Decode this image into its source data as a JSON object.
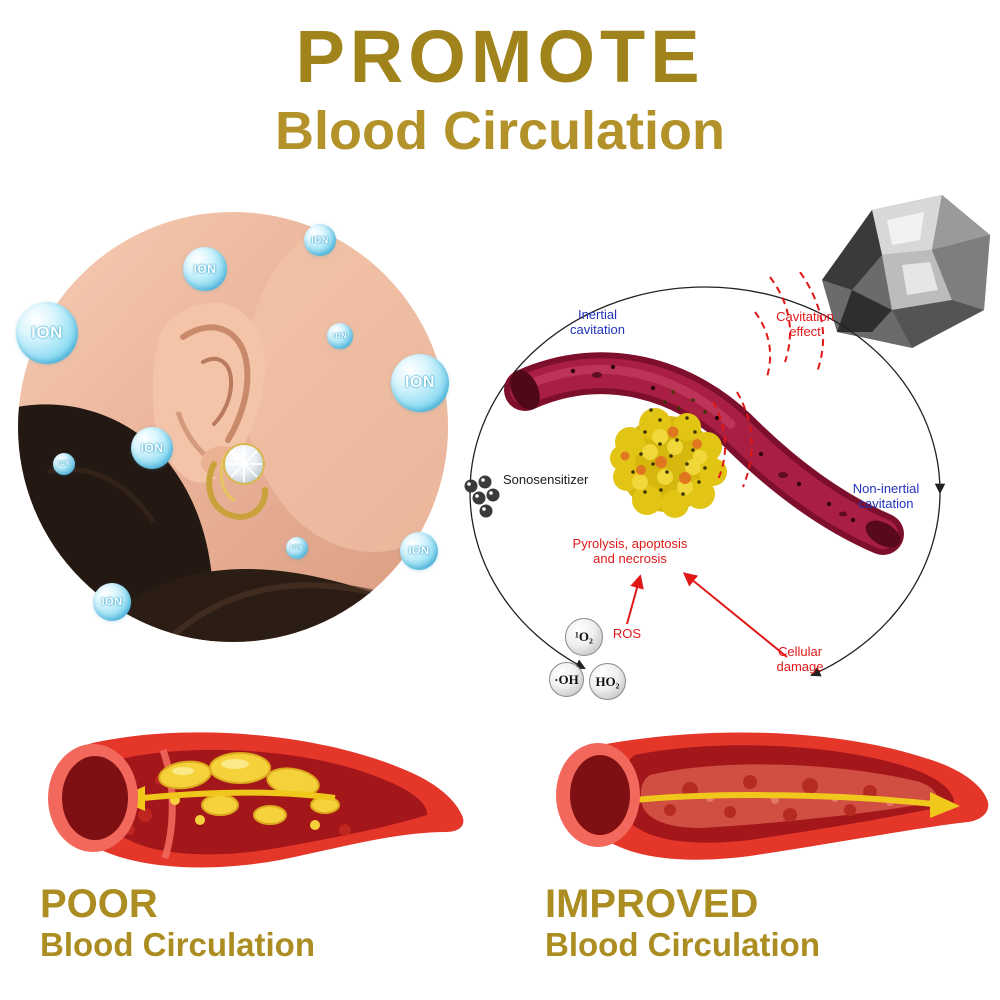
{
  "header": {
    "title": "PROMOTE",
    "subtitle": "Blood Circulation"
  },
  "ion": {
    "label": "ION"
  },
  "diagram": {
    "inertial_cavitation": "Inertial\ncavitation",
    "cavitation_effect": "Cavitation\neffect",
    "sonosensitizer": "Sonosensitizer",
    "non_inertial_cavitation": "Non-inertial\ncavitation",
    "pyrolysis": "Pyrolysis, apoptosis\nand necrosis",
    "ros": "ROS",
    "molecules": {
      "singlet_oxygen": "¹O₂",
      "hydroxyl": "·OH",
      "hydroperoxyl": "HO₂"
    },
    "cellular_damage": "Cellular\ndamage"
  },
  "comparison": {
    "poor": {
      "title": "POOR",
      "subtitle": "Blood Circulation"
    },
    "improved": {
      "title": "IMPROVED",
      "subtitle": "Blood Circulation"
    }
  },
  "colors": {
    "gold_title": "#a1831b",
    "gold_label": "#ab8d21",
    "ion_blue": "#49b8de",
    "diagram_blue": "#2233bb",
    "diagram_red": "#e01818",
    "vessel_dark_red": "#7d0f2c",
    "artery_red": "#e5362a",
    "plaque_yellow": "#f5d23b",
    "arrow_yellow": "#f0c81c"
  }
}
